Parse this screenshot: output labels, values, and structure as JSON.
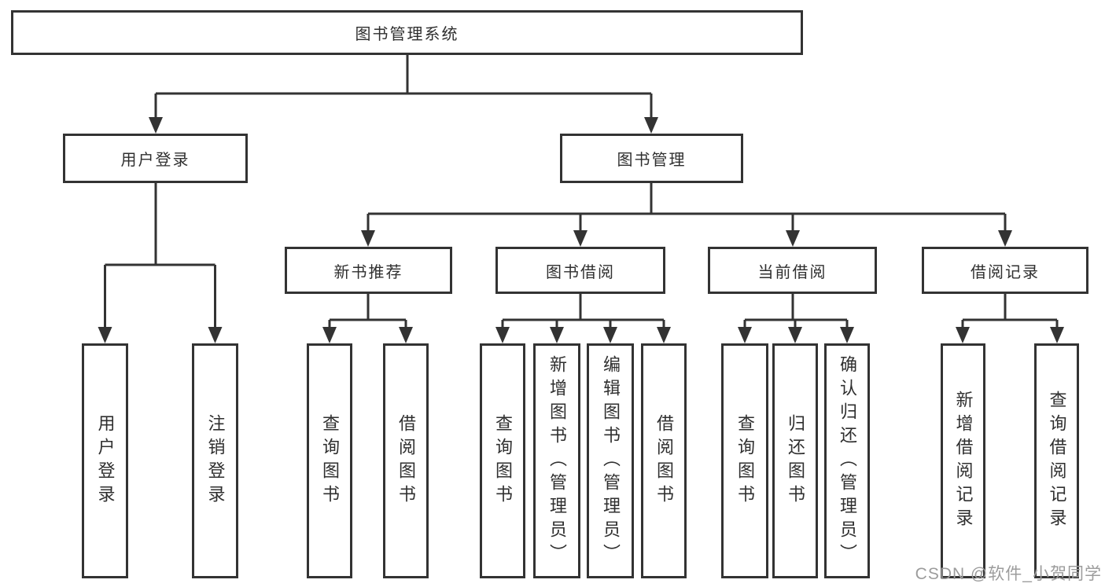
{
  "tree": {
    "root": {
      "label": "图书管理系统"
    },
    "level1": [
      {
        "label": "用户登录"
      },
      {
        "label": "图书管理"
      }
    ],
    "level2": [
      {
        "label": "新书推荐",
        "parent": "图书管理"
      },
      {
        "label": "图书借阅",
        "parent": "图书管理"
      },
      {
        "label": "当前借阅",
        "parent": "图书管理"
      },
      {
        "label": "借阅记录",
        "parent": "图书管理"
      }
    ],
    "leaves": [
      {
        "label": "用户登录",
        "parent": "用户登录"
      },
      {
        "label": "注销登录",
        "parent": "用户登录"
      },
      {
        "label": "查询图书",
        "parent": "新书推荐"
      },
      {
        "label": "借阅图书",
        "parent": "新书推荐"
      },
      {
        "label": "查询图书",
        "parent": "图书借阅"
      },
      {
        "label": "新增图书（管理员）",
        "parent": "图书借阅"
      },
      {
        "label": "编辑图书（管理员）",
        "parent": "图书借阅"
      },
      {
        "label": "借阅图书",
        "parent": "图书借阅"
      },
      {
        "label": "查询图书",
        "parent": "当前借阅"
      },
      {
        "label": "归还图书",
        "parent": "当前借阅"
      },
      {
        "label": "确认归还（管理员）",
        "parent": "当前借阅"
      },
      {
        "label": "新增借阅记录",
        "parent": "借阅记录"
      },
      {
        "label": "查询借阅记录",
        "parent": "借阅记录"
      }
    ]
  },
  "watermark": {
    "text": "CSDN @软件_小贺同学"
  },
  "colors": {
    "line": "#333333",
    "box_border": "#333333",
    "text": "#2f2f2f",
    "watermark": "#9c9c9c",
    "background": "#ffffff"
  }
}
